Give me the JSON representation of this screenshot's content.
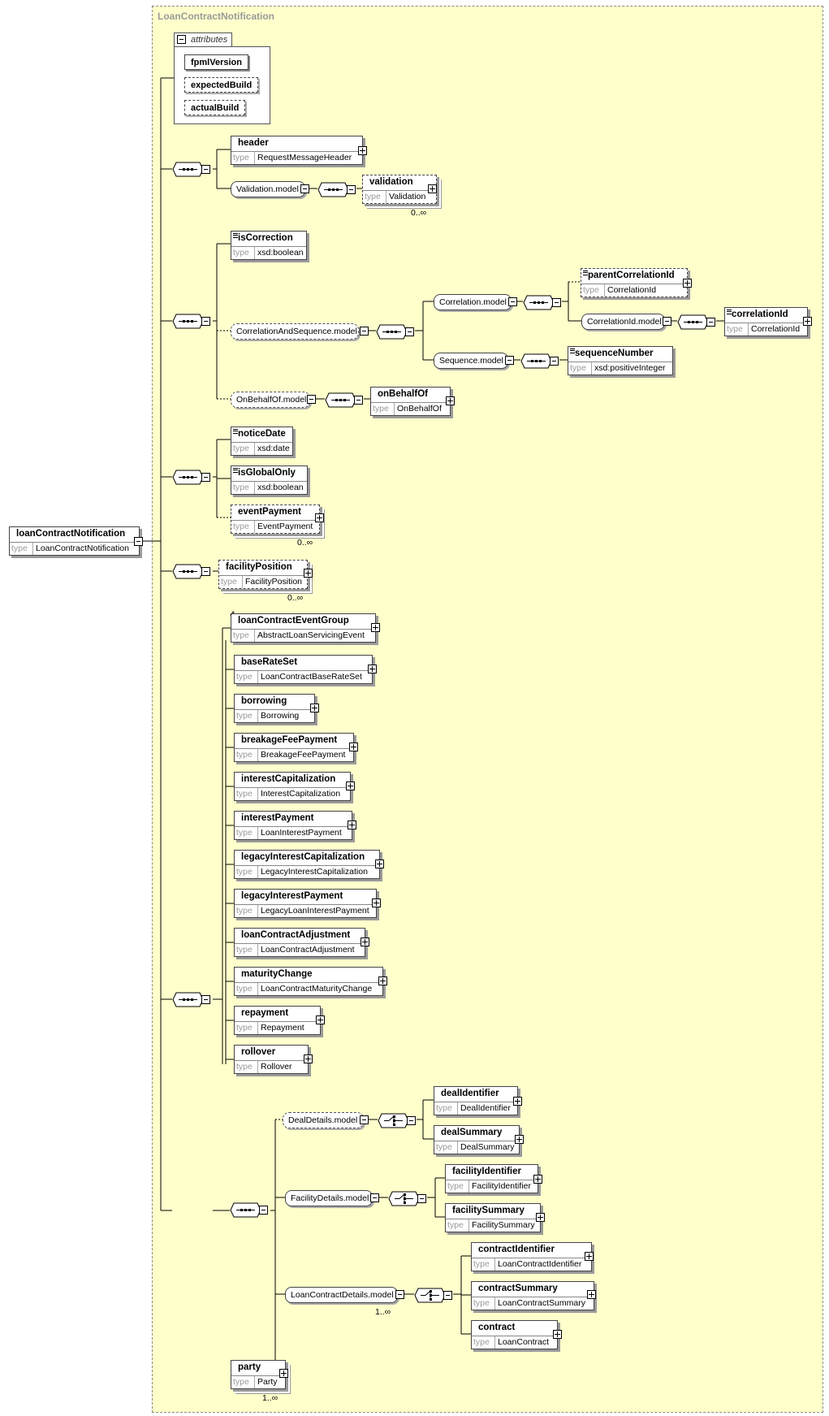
{
  "container_title": "LoanContractNotification",
  "attributes": {
    "label": "attributes",
    "items": [
      "fpmlVersion",
      "expectedBuild",
      "actualBuild"
    ]
  },
  "type_label": "type",
  "root": {
    "name": "loanContractNotification",
    "type": "LoanContractNotification"
  },
  "seq1": {
    "header": {
      "name": "header",
      "type": "RequestMessageHeader"
    },
    "validation_group": "Validation.model",
    "validation": {
      "name": "validation",
      "type": "Validation",
      "occurs": "0..∞"
    }
  },
  "seq2": {
    "isCorrection": {
      "name": "isCorrection",
      "type": "xsd:boolean"
    },
    "correlation_and_sequence_group": "CorrelationAndSequence.model",
    "correlation_group": "Correlation.model",
    "parentCorrelationId": {
      "name": "parentCorrelationId",
      "type": "CorrelationId"
    },
    "correlationid_group": "CorrelationId.model",
    "correlationId": {
      "name": "correlationId",
      "type": "CorrelationId"
    },
    "sequence_group": "Sequence.model",
    "sequenceNumber": {
      "name": "sequenceNumber",
      "type": "xsd:positiveInteger"
    },
    "onbehalf_group": "OnBehalfOf.model",
    "onBehalfOf": {
      "name": "onBehalfOf",
      "type": "OnBehalfOf"
    }
  },
  "seq3": {
    "noticeDate": {
      "name": "noticeDate",
      "type": "xsd:date"
    },
    "isGlobalOnly": {
      "name": "isGlobalOnly",
      "type": "xsd:boolean"
    },
    "eventPayment": {
      "name": "eventPayment",
      "type": "EventPayment",
      "occurs": "0..∞"
    }
  },
  "seq4": {
    "facilityPosition": {
      "name": "facilityPosition",
      "type": "FacilityPosition",
      "occurs": "0..∞"
    }
  },
  "seq5": {
    "head": {
      "name": "loanContractEventGroup",
      "type": "AbstractLoanServicingEvent"
    },
    "substitutes": [
      {
        "name": "baseRateSet",
        "type": "LoanContractBaseRateSet"
      },
      {
        "name": "borrowing",
        "type": "Borrowing"
      },
      {
        "name": "breakageFeePayment",
        "type": "BreakageFeePayment"
      },
      {
        "name": "interestCapitalization",
        "type": "InterestCapitalization"
      },
      {
        "name": "interestPayment",
        "type": "LoanInterestPayment"
      },
      {
        "name": "legacyInterestCapitalization",
        "type": "LegacyInterestCapitalization"
      },
      {
        "name": "legacyInterestPayment",
        "type": "LegacyLoanInterestPayment"
      },
      {
        "name": "loanContractAdjustment",
        "type": "LoanContractAdjustment"
      },
      {
        "name": "maturityChange",
        "type": "LoanContractMaturityChange"
      },
      {
        "name": "repayment",
        "type": "Repayment"
      },
      {
        "name": "rollover",
        "type": "Rollover"
      }
    ]
  },
  "seq6": {
    "deal_group": "DealDetails.model",
    "dealIdentifier": {
      "name": "dealIdentifier",
      "type": "DealIdentifier"
    },
    "dealSummary": {
      "name": "dealSummary",
      "type": "DealSummary"
    },
    "facility_group": "FacilityDetails.model",
    "facilityIdentifier": {
      "name": "facilityIdentifier",
      "type": "FacilityIdentifier"
    },
    "facilitySummary": {
      "name": "facilitySummary",
      "type": "FacilitySummary"
    },
    "loancontract_group": "LoanContractDetails.model",
    "loancontract_occurs": "1..∞",
    "contractIdentifier": {
      "name": "contractIdentifier",
      "type": "LoanContractIdentifier"
    },
    "contractSummary": {
      "name": "contractSummary",
      "type": "LoanContractSummary"
    },
    "contract": {
      "name": "contract",
      "type": "LoanContract"
    },
    "party": {
      "name": "party",
      "type": "Party",
      "occurs": "1..∞"
    }
  }
}
